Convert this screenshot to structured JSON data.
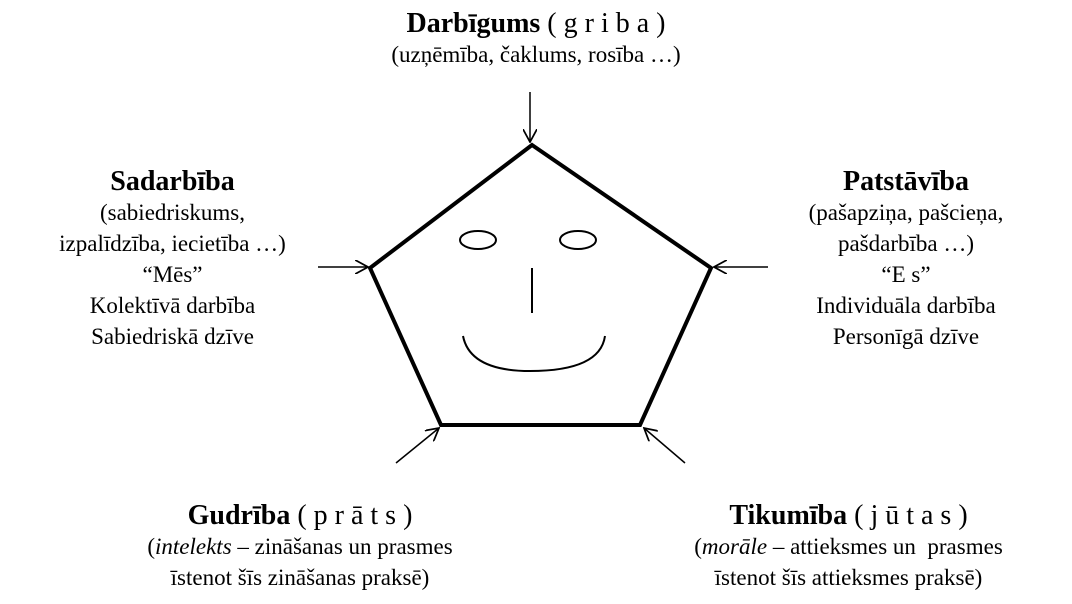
{
  "top": {
    "title": "Darbīgums",
    "paren": "( g r i b a )",
    "lines": [
      "(uzņēmība, čaklums, rosība …)"
    ]
  },
  "left": {
    "title": "Sadarbība",
    "lines": [
      "(sabiedriskums,",
      "izpalīdzība, iecietība …)",
      "“Mēs”",
      "Kolektīvā darbība",
      "Sabiedriskā dzīve"
    ]
  },
  "right": {
    "title": "Patstāvība",
    "lines": [
      "(pašapziņa, pašcieņa,",
      "pašdarbība …)",
      "“E s”",
      "Individuāla darbība",
      "Personīgā dzīve"
    ]
  },
  "bottom_left": {
    "title": "Gudrība",
    "paren": "( p r ā t s )",
    "term": "intelekts",
    "line1_rest": " – zināšanas un prasmes",
    "line2": "īstenot šīs zināšanas praksē)"
  },
  "bottom_right": {
    "title": "Tikumība",
    "paren": "( j ū t a s )",
    "term": "morāle",
    "line1_rest": " – attieksmes un  prasmes",
    "line2": "īstenot šīs attieksmes praksē)"
  },
  "shapes": [
    "pentagon",
    "eye-ellipse",
    "eye-ellipse",
    "nose-line",
    "smile-arc"
  ],
  "arrows": [
    "arrow-top",
    "arrow-left",
    "arrow-right",
    "arrow-bottom-left",
    "arrow-bottom-right"
  ]
}
